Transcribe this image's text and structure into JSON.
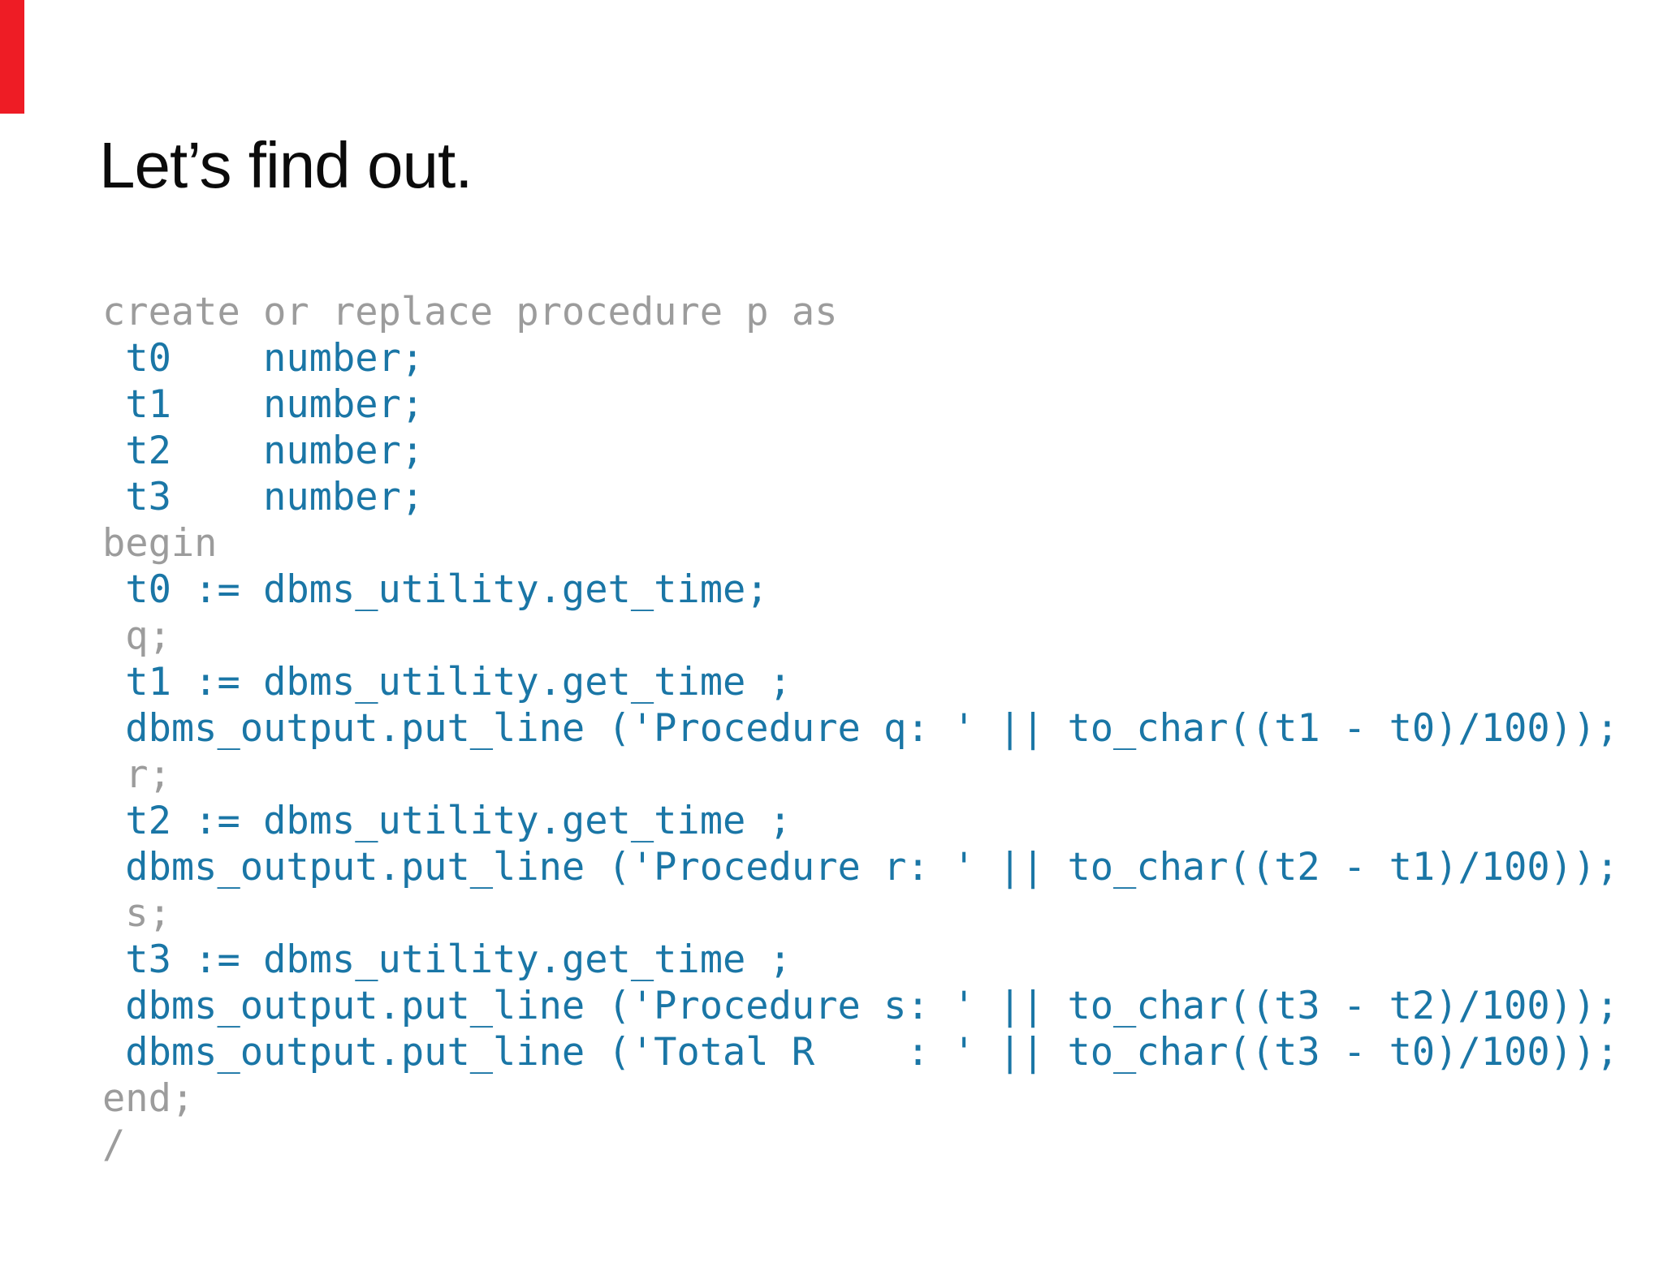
{
  "slide": {
    "background": "#ffffff",
    "accent_bar_color": "#ee1c25",
    "title": "Let’s find out."
  },
  "code": {
    "colors": {
      "gray": "#9c9c9c",
      "blue": "#1a76a6"
    },
    "lines": [
      {
        "text": "create or replace procedure p as",
        "tone": "gray"
      },
      {
        "text": " t0    number;",
        "tone": "blue"
      },
      {
        "text": " t1    number;",
        "tone": "blue"
      },
      {
        "text": " t2    number;",
        "tone": "blue"
      },
      {
        "text": " t3    number;",
        "tone": "blue"
      },
      {
        "text": "begin",
        "tone": "gray"
      },
      {
        "text": " t0 := dbms_utility.get_time;",
        "tone": "blue"
      },
      {
        "text": " q;",
        "tone": "gray"
      },
      {
        "text": " t1 := dbms_utility.get_time ;",
        "tone": "blue"
      },
      {
        "text": " dbms_output.put_line ('Procedure q: ' || to_char((t1 - t0)/100));",
        "tone": "blue"
      },
      {
        "text": " r;",
        "tone": "gray"
      },
      {
        "text": " t2 := dbms_utility.get_time ;",
        "tone": "blue"
      },
      {
        "text": " dbms_output.put_line ('Procedure r: ' || to_char((t2 - t1)/100));",
        "tone": "blue"
      },
      {
        "text": " s;",
        "tone": "gray"
      },
      {
        "text": " t3 := dbms_utility.get_time ;",
        "tone": "blue"
      },
      {
        "text": " dbms_output.put_line ('Procedure s: ' || to_char((t3 - t2)/100));",
        "tone": "blue"
      },
      {
        "text": " dbms_output.put_line ('Total R    : ' || to_char((t3 - t0)/100));",
        "tone": "blue"
      },
      {
        "text": "end;",
        "tone": "gray"
      },
      {
        "text": "/",
        "tone": "gray"
      }
    ]
  }
}
